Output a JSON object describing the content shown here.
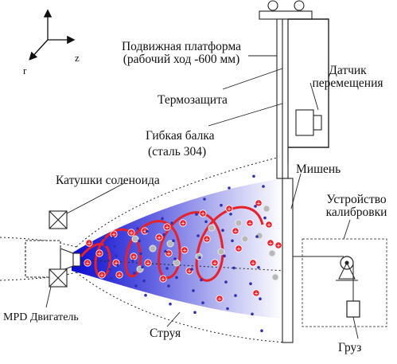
{
  "axes": {
    "r": "r",
    "z": "z"
  },
  "labels": {
    "platform_line1": "Подвижная платформа",
    "platform_line2": "(рабочий ход -600 мм)",
    "sensor_line1": "Датчик",
    "sensor_line2": "перемещения",
    "thermal": "Термозащита",
    "beam_line1": "Гибкая балка",
    "beam_line2": "(сталь 304)",
    "target": "Мишень",
    "coils": "Катушки соленоида",
    "calib_line1": "Устройство",
    "calib_line2": "калибровки",
    "engine": "MPD Двигатель",
    "jet": "Струя",
    "load": "Груз"
  },
  "colors": {
    "plume_core": "#1010c8",
    "plume_edge": "#ffffff",
    "ion": "#e8202a",
    "helix": "#e8202a",
    "neutral": "#b8b8b8",
    "electron": "#3030b0",
    "line": "#111111"
  },
  "particle_symbols": {
    "ion": "+"
  }
}
